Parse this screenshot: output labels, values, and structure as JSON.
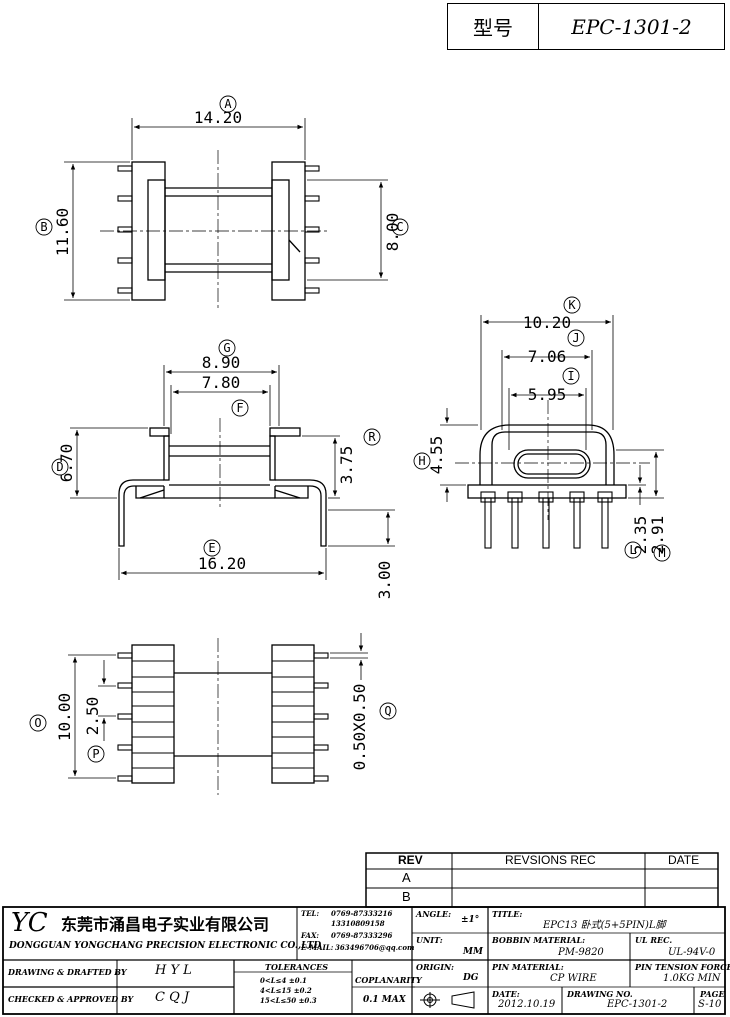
{
  "header": {
    "label": "型号",
    "model": "EPC-1301-2"
  },
  "dimensions": {
    "A": "14.20",
    "B": "11.60",
    "C": "8.00",
    "D": "6.70",
    "E": "16.20",
    "G": "8.90",
    "F": "7.80",
    "R": "3.75",
    "E2": "3.00",
    "O": "10.00",
    "P": "2.50",
    "Q": "0.50X0.50",
    "K": "10.20",
    "J": "7.06",
    "I": "5.95",
    "H": "4.55",
    "L": "2.35",
    "M": "2.91"
  },
  "bubbles": [
    "A",
    "B",
    "C",
    "D",
    "E",
    "F",
    "G",
    "R",
    "O",
    "P",
    "Q",
    "K",
    "J",
    "I",
    "H",
    "L",
    "M"
  ],
  "rev_table": {
    "col_rev": "REV",
    "col_rec": "REVSIONS REC",
    "col_date": "DATE",
    "rows": [
      "A",
      "B"
    ]
  },
  "title_block": {
    "logo": "YC",
    "company_cn": "东莞市涌昌电子实业有限公司",
    "company_en": "DONGGUAN YONGCHANG PRECISION ELECTRONIC CO.,LTD",
    "tel_label": "TEL:",
    "tel_1": "0769-87333216",
    "tel_2": "13310809158",
    "fax_label": "FAX:",
    "fax": "0769-87333296",
    "email_label": "E-MAIL:",
    "email": "363496706@qq.com",
    "angle_label": "ANGLE:",
    "angle": "±1°",
    "unit_label": "UNIT:",
    "unit": "MM",
    "origin_label": "ORIGIN:",
    "origin": "DG",
    "title_label": "TITLE:",
    "title": "EPC13 卧式(5+5PIN)L脚",
    "bobbin_label": "BOBBIN MATERIAL:",
    "bobbin": "PM-9820",
    "ul_label": "UL REC.",
    "ul": "UL-94V-0",
    "pin_label": "PIN MATERIAL:",
    "pin": "CP WIRE",
    "tension_label": "PIN TENSION FORCE",
    "tension": "1.0KG MIN",
    "drawn_label": "DRAWING & DRAFTED BY",
    "drawn": "H Y L",
    "checked_label": "CHECKED & APPROVED BY",
    "checked": "C Q J",
    "tol_label": "TOLERANCES",
    "tol_1": "0<L≤4  ±0.1",
    "tol_2": "4<L≤15 ±0.2",
    "tol_3": "15<L≤50 ±0.3",
    "cop_label": "COPLANARITY",
    "cop": "0.1 MAX",
    "date_label": "DATE:",
    "date": "2012.10.19",
    "dwgno_label": "DRAWING NO.",
    "dwgno": "EPC-1301-2",
    "page_label": "PAGE",
    "page": "S-10"
  }
}
